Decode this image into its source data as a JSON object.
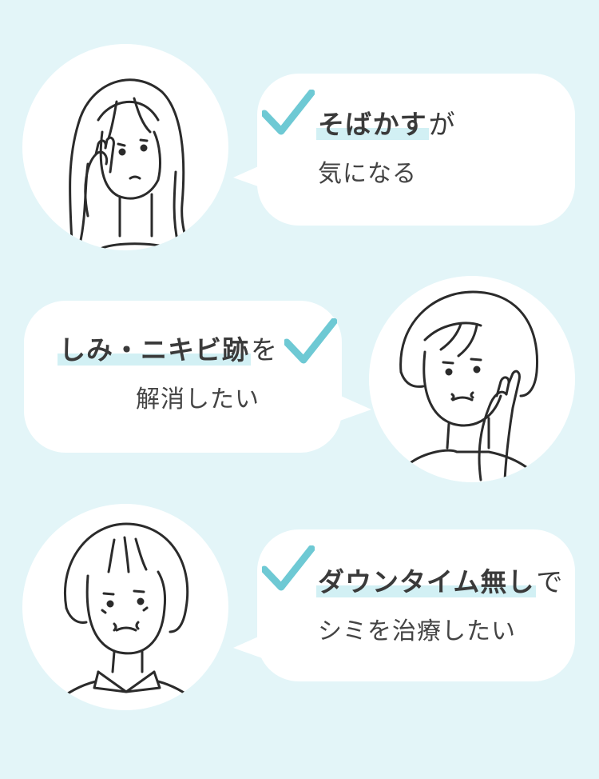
{
  "accent_color": "#6ec9d4",
  "background_color": "#e3f5f8",
  "concerns": [
    {
      "illustration": "woman-long-hair-touching-cheek",
      "highlight": "そばかす",
      "suffix": "が",
      "line2": "気になる"
    },
    {
      "illustration": "woman-bob-hair-hand-on-cheek",
      "highlight": "しみ・ニキビ跡",
      "suffix": "を",
      "line2": "解消したい"
    },
    {
      "illustration": "older-woman-bob-hair-collar",
      "highlight": "ダウンタイム無し",
      "suffix": "で",
      "line2": "シミを治療したい"
    }
  ]
}
